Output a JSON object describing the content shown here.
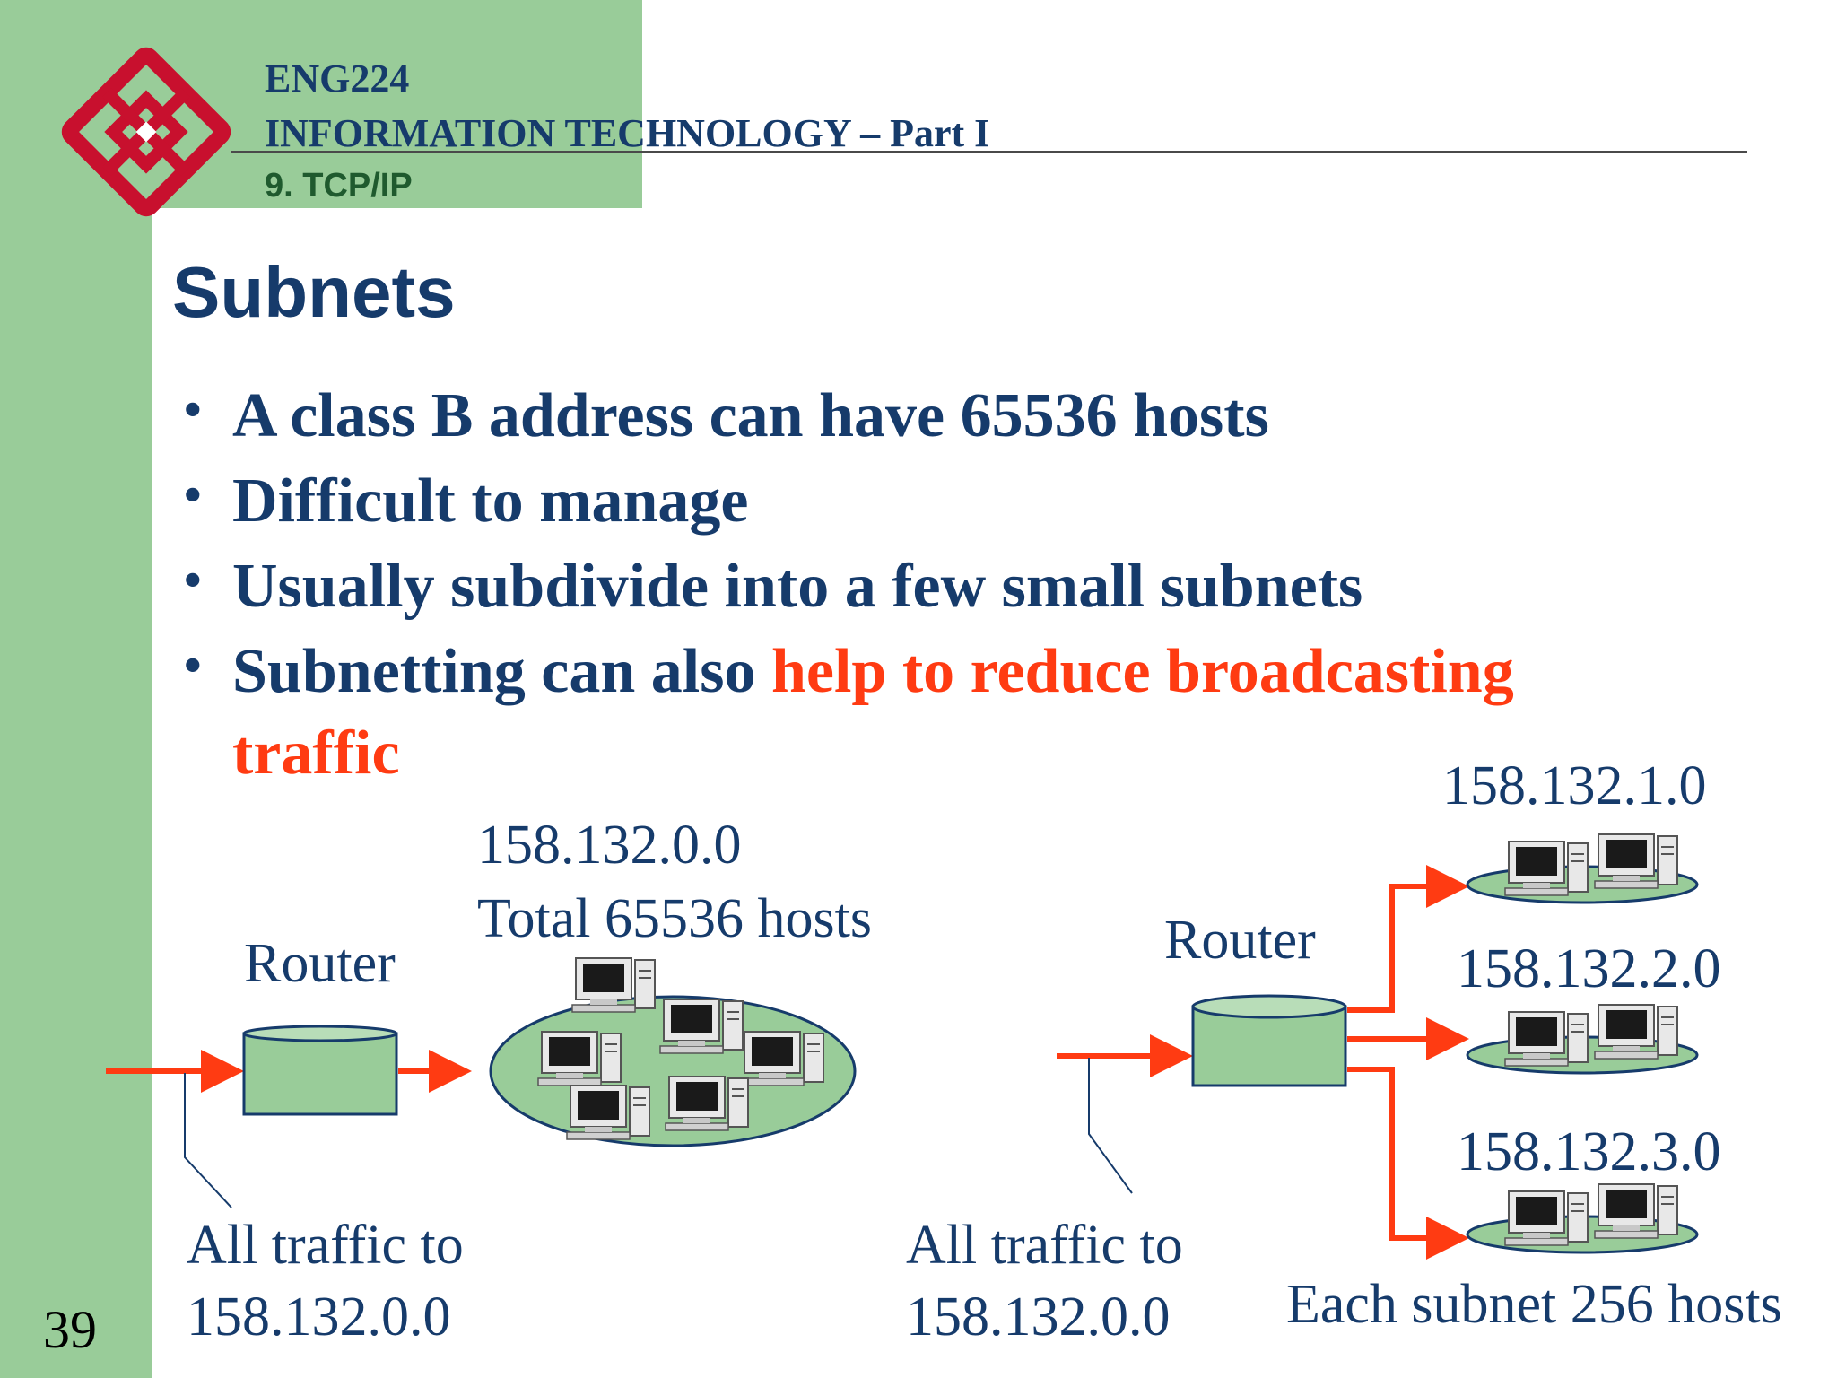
{
  "header": {
    "course_code": "ENG224",
    "course_title": "INFORMATION TECHNOLOGY – Part I",
    "chapter": "9. TCP/IP"
  },
  "slide": {
    "title": "Subnets",
    "bullets": [
      {
        "text": "A class B address can have 65536 hosts"
      },
      {
        "text": "Difficult to manage"
      },
      {
        "text": "Usually subdivide into a few small subnets"
      },
      {
        "text": "Subnetting can also ",
        "highlight": "help to reduce broadcasting"
      }
    ],
    "bullet_continuation": "traffic",
    "page_number": "39"
  },
  "diagram_left": {
    "router_label": "Router",
    "network_address": "158.132.0.0",
    "network_hosts": "Total 65536 hosts",
    "traffic_line1": "All traffic to",
    "traffic_line2": "158.132.0.0"
  },
  "diagram_right": {
    "router_label": "Router",
    "subnets": [
      "158.132.1.0",
      "158.132.2.0",
      "158.132.3.0"
    ],
    "traffic_line1": "All traffic to",
    "traffic_line2": "158.132.0.0",
    "subnet_caption": "Each subnet 256 hosts"
  },
  "colors": {
    "sidebar_green": "#99cc99",
    "title_blue": "#163b6b",
    "highlight_red": "#ff3b12",
    "node_green": "#99cc99"
  }
}
